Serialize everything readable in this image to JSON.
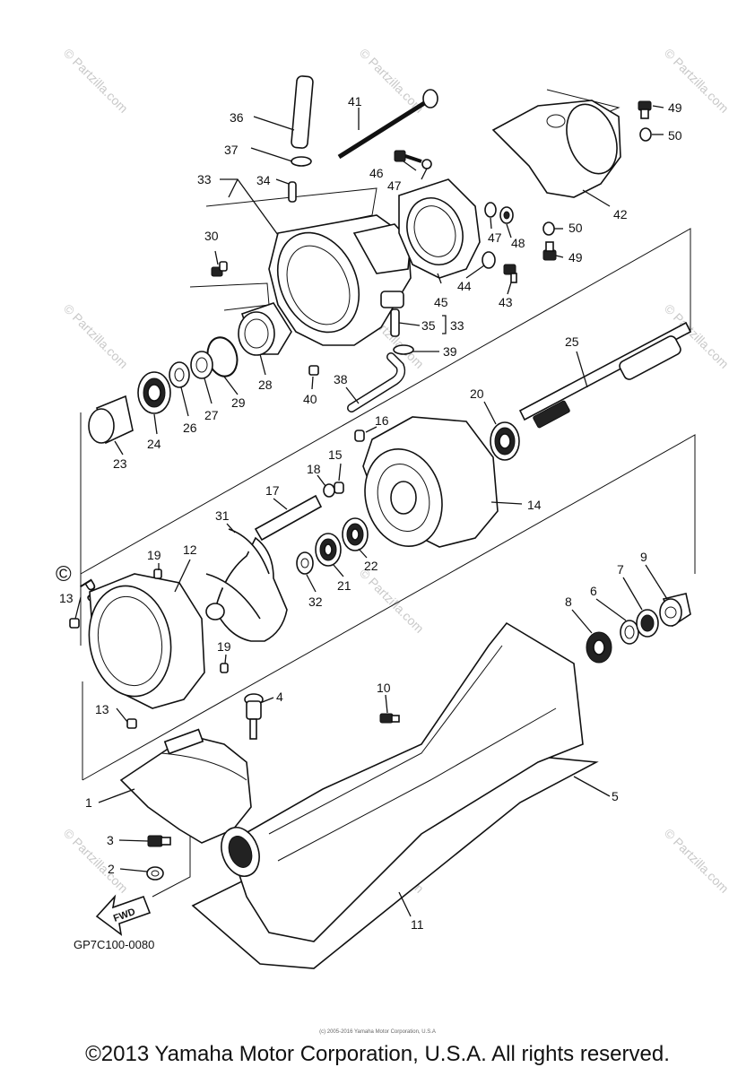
{
  "diagram": {
    "code": "GP7C100-0080",
    "fwd_label": "FWD",
    "copyright": "©2013 Yamaha Motor Corporation, U.S.A. All rights reserved.",
    "fine_print": "(c) 2005-2016 Yamaha Motor Corporation, U.S.A",
    "watermark": "© Partzilla.com",
    "large_watermark": "Partzilla.com",
    "large_watermark_symbol": "©"
  },
  "parts": {
    "p1": "1",
    "p2": "2",
    "p3": "3",
    "p4": "4",
    "p5": "5",
    "p6": "6",
    "p7": "7",
    "p8": "8",
    "p9": "9",
    "p10": "10",
    "p11": "11",
    "p12": "12",
    "p13a": "13",
    "p13b": "13",
    "p14": "14",
    "p15": "15",
    "p16": "16",
    "p17": "17",
    "p18": "18",
    "p19a": "19",
    "p19b": "19",
    "p20": "20",
    "p21": "21",
    "p22": "22",
    "p23": "23",
    "p24": "24",
    "p25": "25",
    "p26": "26",
    "p27": "27",
    "p28": "28",
    "p29": "29",
    "p30": "30",
    "p31": "31",
    "p32": "32",
    "p33a": "33",
    "p33b": "33",
    "p34": "34",
    "p35": "35",
    "p36": "36",
    "p37": "37",
    "p38": "38",
    "p39": "39",
    "p40": "40",
    "p41": "41",
    "p42": "42",
    "p43": "43",
    "p44": "44",
    "p45": "45",
    "p46": "46",
    "p47a": "47",
    "p47b": "47",
    "p48": "48",
    "p49a": "49",
    "p49b": "49",
    "p50a": "50",
    "p50b": "50"
  }
}
